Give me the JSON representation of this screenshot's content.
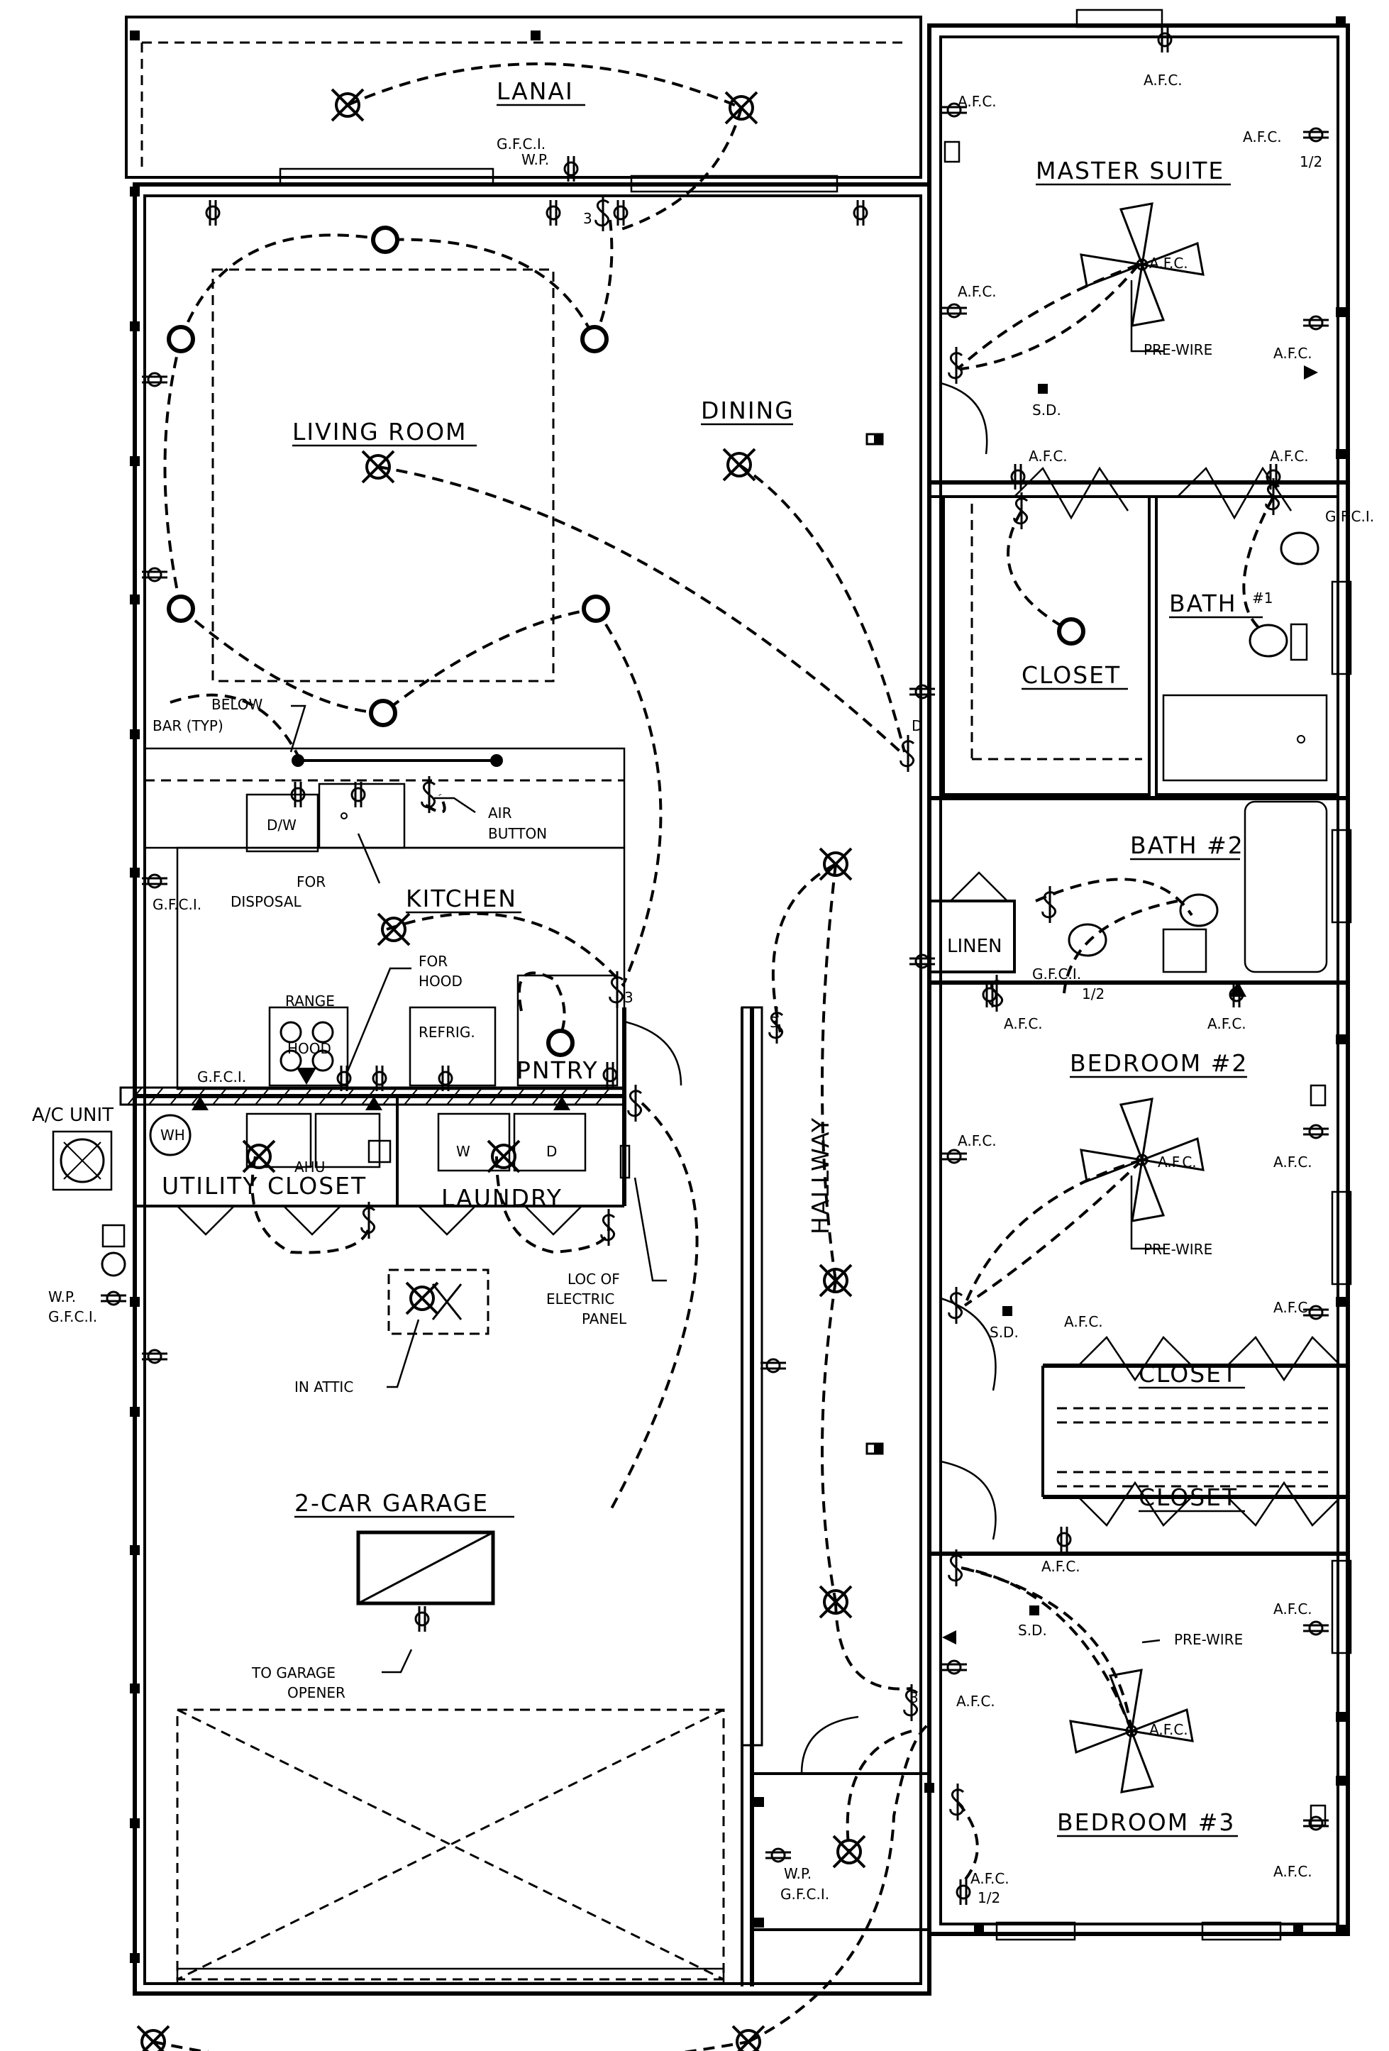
{
  "rooms": {
    "lanai": "LANAI",
    "living_room": "LIVING ROOM",
    "dining": "DINING",
    "kitchen": "KITCHEN",
    "master_suite": "MASTER SUITE",
    "closet_master": "CLOSET",
    "bath1": "BATH",
    "bath1_suffix": "#1",
    "bath2": "BATH #2",
    "linen": "LINEN",
    "pantry": "PNTRY",
    "utility_closet": "UTILITY CLOSET",
    "laundry": "LAUNDRY",
    "hallway": "HALLWAY",
    "bedroom2": "BEDROOM #2",
    "closet_bed2": "CLOSET",
    "closet_bed3": "CLOSET",
    "bedroom3": "BEDROOM #3",
    "garage": "2-CAR GARAGE"
  },
  "notes": {
    "gfci": "G.F.C.I.",
    "wp": "W.P.",
    "afc": "A.F.C.",
    "half": "1/2",
    "sd": "S.D.",
    "prewire": "PRE-WIRE",
    "three": "3",
    "d": "D",
    "below_bar_1": "BELOW",
    "below_bar_2": "BAR (TYP)",
    "air_button_1": "AIR",
    "air_button_2": "BUTTON",
    "for_disposal_1": "FOR",
    "for_disposal_2": "DISPOSAL",
    "for_hood_1": "FOR",
    "for_hood_2": "HOOD",
    "dw": "D/W",
    "range": "RANGE",
    "hood": "HOOD",
    "refrig": "REFRIG.",
    "wh": "WH",
    "ahu": "AHU",
    "washer": "W",
    "dryer": "D",
    "ac_unit": "A/C UNIT",
    "panel_1": "LOC OF",
    "panel_2": "ELECTRIC",
    "panel_3": "PANEL",
    "in_attic": "IN ATTIC",
    "garage_opener_1": "TO GARAGE",
    "garage_opener_2": "OPENER"
  }
}
